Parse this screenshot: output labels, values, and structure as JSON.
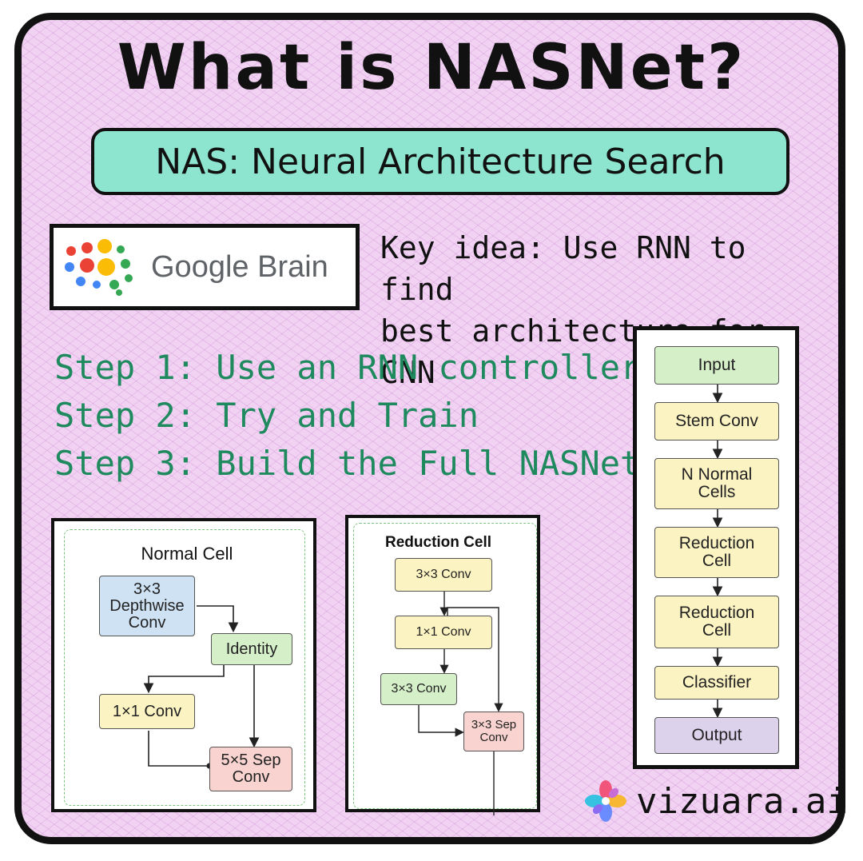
{
  "title": "What is NASNet?",
  "subtitle": "NAS: Neural Architecture Search",
  "brand": {
    "name": "Google Brain"
  },
  "key_idea": [
    "Key idea: Use RNN to find",
    "best architecture for CNN"
  ],
  "steps": [
    "Step 1: Use an RNN controller",
    "Step 2: Try and Train",
    "Step 3: Build the Full NASNet"
  ],
  "normal_cell": {
    "title": "Normal Cell",
    "nodes": {
      "depthwise": "3×3 Depthwise Conv",
      "identity": "Identity",
      "conv1x1": "1×1 Conv",
      "sep5x5": "5×5 Sep Conv"
    }
  },
  "reduction_cell": {
    "title": "Reduction Cell",
    "nodes": {
      "conv3x3_top": "3×3 Conv",
      "conv1x1": "1×1 Conv",
      "conv3x3_bottom": "3×3 Conv",
      "sep3x3": "3×3 Sep Conv"
    }
  },
  "pipeline": [
    "Input",
    "Stem Conv",
    "N Normal Cells",
    "Reduction Cell",
    "Reduction Cell",
    "Classifier",
    "Output"
  ],
  "footer": {
    "logo_text": "vizuara.ai"
  },
  "colors": {
    "background": "#f2d2f3",
    "subtitle_bg": "#8ee5cf",
    "steps_text": "#1e8a5e",
    "green_node": "#d5efc9",
    "yellow_node": "#fcf3c2",
    "pink_node": "#f8d3cf",
    "blue_node": "#cfe2f3",
    "purple_node": "#ddd2ec"
  }
}
